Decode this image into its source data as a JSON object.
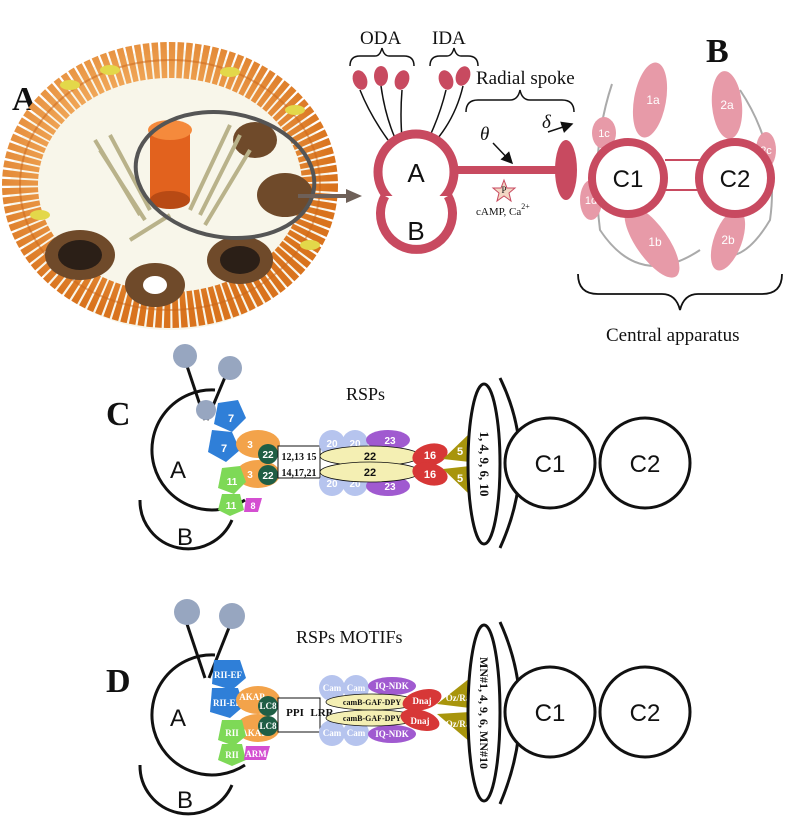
{
  "panels": {
    "a": "A",
    "b": "B",
    "c": "C",
    "d": "D"
  },
  "diagram_b": {
    "oda": "ODA",
    "ida": "IDA",
    "radial_spoke": "Radial spoke",
    "theta": "θ",
    "delta": "δ",
    "doublet_a": "A",
    "doublet_b": "B",
    "p_label": "P",
    "second_messengers": "cAMP, Ca",
    "second_messengers_sup": "2+",
    "c1": "C1",
    "c2": "C2",
    "projections": [
      "1a",
      "1b",
      "1c",
      "1d",
      "2a",
      "2b",
      "2c"
    ],
    "central_apparatus": "Central apparatus"
  },
  "diagram_c": {
    "title": "RSPs",
    "a": "A",
    "b": "B",
    "c1": "C1",
    "c2": "C2",
    "head_label": "1, 4, 9, 6, 10",
    "n7a": "7",
    "n7b": "7",
    "n3a": "3",
    "n3b": "3",
    "n11a": "11",
    "n11b": "11",
    "n8": "8",
    "n22a": "22",
    "n22b": "22",
    "mid_top": "12,13 15",
    "mid_bot": "14,17,21",
    "n20a": "20",
    "n20b": "20",
    "n20c": "20",
    "n20d": "20",
    "n22c": "22",
    "n22d": "22",
    "n23a": "23",
    "n23b": "23",
    "n16a": "16",
    "n16b": "16",
    "n5a": "5",
    "n5b": "5"
  },
  "diagram_d": {
    "title": "RSPs MOTIFs",
    "a": "A",
    "b": "B",
    "c1": "C1",
    "c2": "C2",
    "head_label": "MN#1, 4, 9, 6, MN#10",
    "rii_ef_a": "RII-EF",
    "rii_ef_b": "RII-EF",
    "akap_a": "AKAP",
    "akap_b": "AKAP",
    "rii_a": "RII",
    "rii_b": "RII",
    "arm": "ARM",
    "lc8_a": "LC8",
    "lc8_b": "LC8",
    "ppi": "PPI",
    "lrr": "LRR",
    "cam_a": "Cam",
    "cam_b": "Cam",
    "cam_c": "Cam",
    "cam_d": "Cam",
    "iq_ndk_a": "IQ-NDK",
    "iq_ndk_b": "IQ-NDK",
    "camb_a": "camB-GAF-DPY",
    "camb_b": "camB-GAF-DPY",
    "dnaj_a": "Dnaj",
    "dnaj_b": "Dnaj",
    "oz_a": "Oz/Ra",
    "oz_b": "Oz/Ra"
  },
  "colors": {
    "pink": "#c84a60",
    "pink_light": "#e79aa8",
    "blue": "#2f7fd8",
    "orange": "#f3a34a",
    "dark_green": "#1f5e45",
    "green": "#7ed957",
    "magenta": "#d44fd1",
    "lavender": "#b6c4ee",
    "yellow": "#f4efb3",
    "purple": "#a05ad0",
    "red": "#d73737",
    "olive": "#a8950c",
    "grey_blue": "#97a6c0"
  }
}
